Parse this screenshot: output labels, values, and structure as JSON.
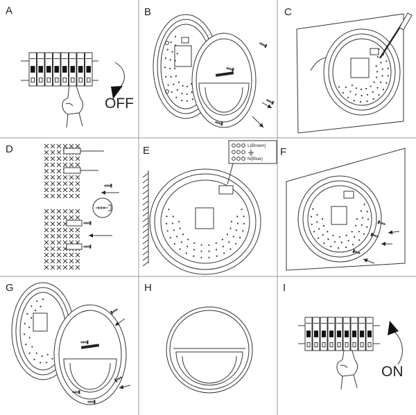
{
  "panels": {
    "a": "A",
    "b": "B",
    "c": "C",
    "d": "D",
    "e": "E",
    "f": "F",
    "g": "G",
    "h": "H",
    "i": "I"
  },
  "step_a": {
    "action_text": "OFF"
  },
  "step_i": {
    "action_text": "ON"
  },
  "wiring_callout": {
    "live_label": "L(Brown)",
    "neutral_label": "N(Blue)"
  }
}
